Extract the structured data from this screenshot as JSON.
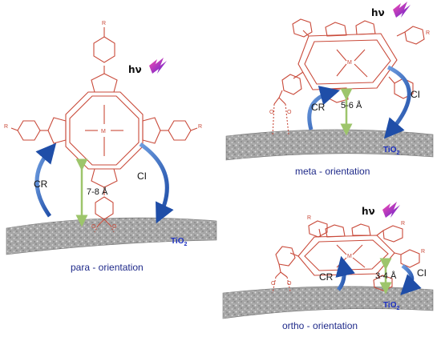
{
  "colors": {
    "molecule": "#c94a3a",
    "arrow_blue": "#2a5db8",
    "arrow_green": "#9dc56b",
    "substrate": "#9a9a9a",
    "caption": "#1f2a8a",
    "tio2": "#1b2fc0",
    "light": "#9b2bd6"
  },
  "panels": {
    "para": {
      "caption": "para - orientation",
      "distance": "7-8 Å",
      "cr": "CR",
      "ci": "CI",
      "hv": "hν",
      "substrate_main": "TiO",
      "substrate_sub": "2",
      "metal": "M",
      "substituent": "R"
    },
    "meta": {
      "caption": "meta - orientation",
      "distance": "5-6 Å",
      "cr": "CR",
      "ci": "CI",
      "hv": "hν",
      "substrate_main": "TiO",
      "substrate_sub": "2",
      "metal": "M",
      "substituent": "R"
    },
    "ortho": {
      "caption": "ortho - orientation",
      "distance": "3-4 Å",
      "cr": "CR",
      "ci": "CI",
      "hv": "hν",
      "substrate_main": "TiO",
      "substrate_sub": "2",
      "metal": "M",
      "substituent": "R"
    }
  }
}
